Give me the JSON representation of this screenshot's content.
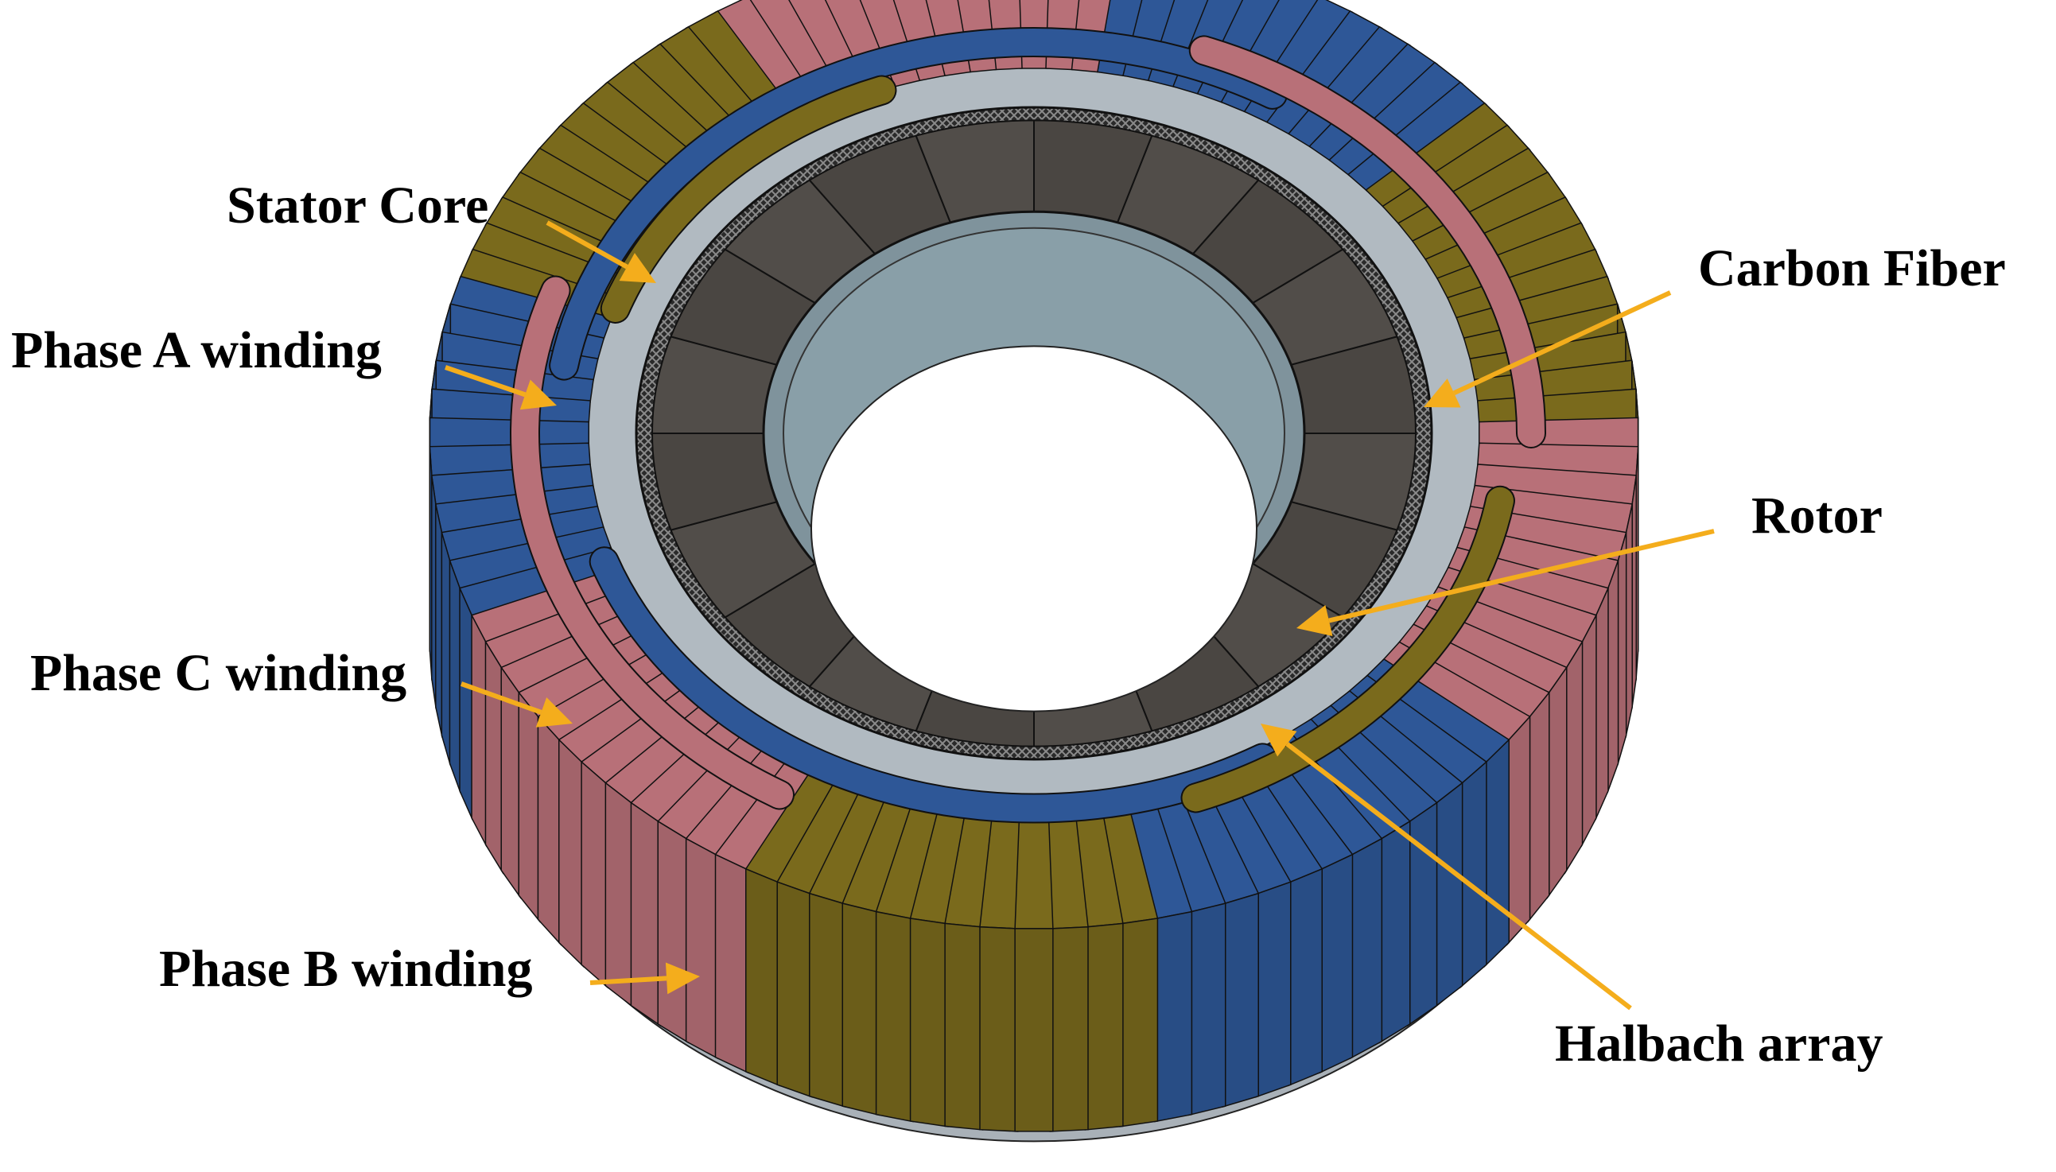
{
  "labels": {
    "stator_core": "Stator Core",
    "phase_a": "Phase A winding",
    "phase_c": "Phase C winding",
    "phase_b": "Phase B winding",
    "carbon_fiber": "Carbon Fiber",
    "rotor": "Rotor",
    "halbach": "Halbach array"
  },
  "colors": {
    "phase_a": "#b87078",
    "phase_b": "#2e5797",
    "phase_c": "#7a6a1c",
    "stator_core": "#a9b1b8",
    "rotor": "#7f939c",
    "halbach": "#4a4642",
    "carbon_fiber": "#2a2a2a",
    "arrow": "#f4ad1c"
  },
  "halbach_segments": 20,
  "winding_sectors": [
    {
      "phase": "phase_a",
      "from": 0,
      "to": 40
    },
    {
      "phase": "phase_b",
      "from": 40,
      "to": 80
    },
    {
      "phase": "phase_c",
      "from": 80,
      "to": 120
    },
    {
      "phase": "phase_a",
      "from": 120,
      "to": 160
    },
    {
      "phase": "phase_b",
      "from": 160,
      "to": 200
    },
    {
      "phase": "phase_c",
      "from": 200,
      "to": 240
    },
    {
      "phase": "phase_a",
      "from": 240,
      "to": 280
    },
    {
      "phase": "phase_b",
      "from": 280,
      "to": 320
    },
    {
      "phase": "phase_c",
      "from": 320,
      "to": 360
    }
  ]
}
